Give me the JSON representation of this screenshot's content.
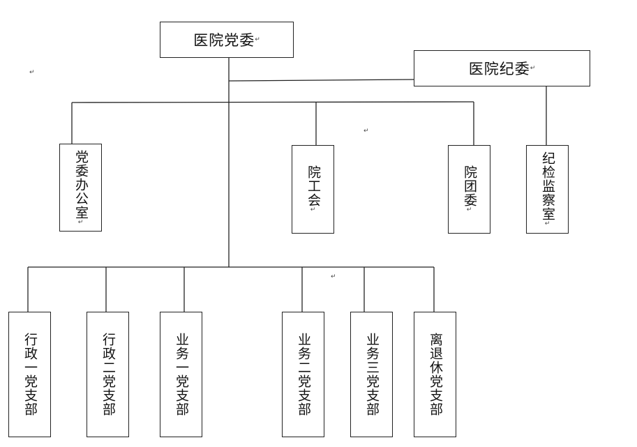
{
  "top": {
    "party_committee": "医院党委",
    "discipline_committee": "医院纪委"
  },
  "middle": [
    {
      "id": "party-office",
      "label": "党委办公室"
    },
    {
      "id": "union",
      "label": "院工会"
    },
    {
      "id": "youth-league",
      "label": "院团委"
    },
    {
      "id": "inspection-office",
      "label": "纪检监察室"
    }
  ],
  "branches": [
    {
      "id": "admin-1",
      "label": "行政一党支部"
    },
    {
      "id": "admin-2",
      "label": "行政二党支部"
    },
    {
      "id": "business-1",
      "label": "业务一党支部"
    },
    {
      "id": "business-2",
      "label": "业务二党支部"
    },
    {
      "id": "business-3",
      "label": "业务三党支部"
    },
    {
      "id": "retired",
      "label": "离退休党支部"
    }
  ],
  "paragraph_mark": "↵"
}
